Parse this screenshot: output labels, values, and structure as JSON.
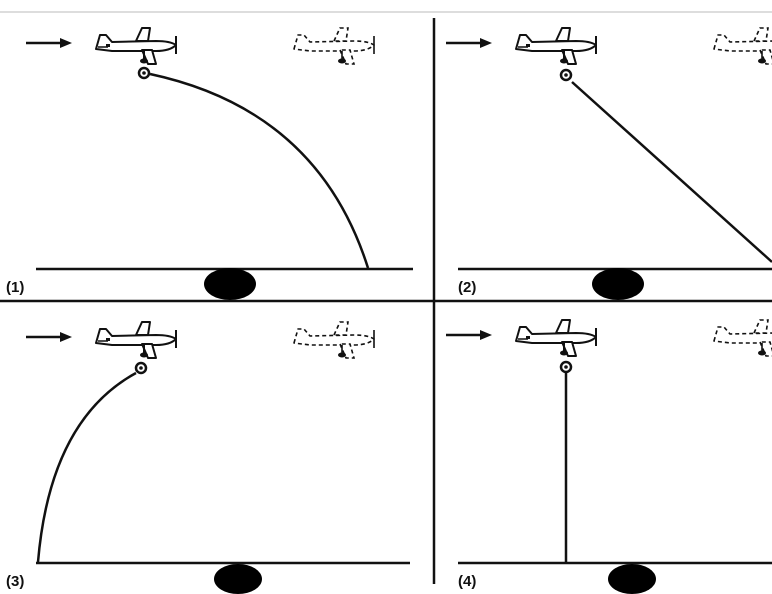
{
  "figure": {
    "panels": [
      {
        "label": "(1)",
        "trajectory": "forward-curved"
      },
      {
        "label": "(2)",
        "trajectory": "forward-straight"
      },
      {
        "label": "(3)",
        "trajectory": "backward-curved"
      },
      {
        "label": "(4)",
        "trajectory": "vertical"
      }
    ],
    "colors": {
      "ink": "#111111",
      "background": "#ffffff"
    },
    "icons": [
      "arrow-right-icon",
      "airplane-icon",
      "airplane-dashed-icon",
      "dropped-object-icon",
      "target-blob-icon"
    ]
  }
}
